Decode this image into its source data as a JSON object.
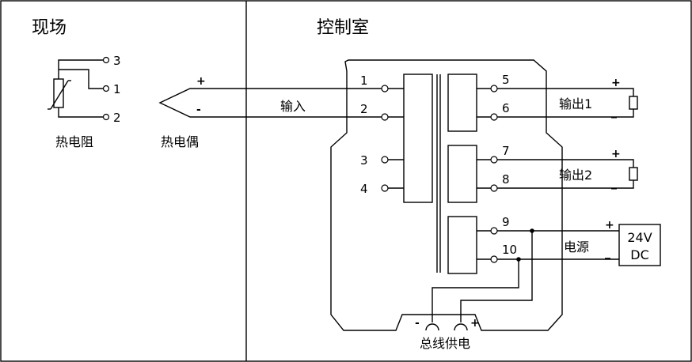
{
  "sections": {
    "field": "现场",
    "control_room": "控制室"
  },
  "rtd": {
    "label": "热电阻",
    "pins": [
      "3",
      "1",
      "2"
    ]
  },
  "thermocouple": {
    "label": "热电偶",
    "plus": "+",
    "minus": "-"
  },
  "input_label": "输入",
  "terminals": {
    "t1": "1",
    "t2": "2",
    "t3": "3",
    "t4": "4",
    "t5": "5",
    "t6": "6",
    "t7": "7",
    "t8": "8",
    "t9": "9",
    "t10": "10"
  },
  "outputs": [
    {
      "label": "输出1",
      "plus": "+",
      "minus": "_"
    },
    {
      "label": "输出2",
      "plus": "+",
      "minus": "_"
    }
  ],
  "power": {
    "label": "电源",
    "plus": "+",
    "minus": "_",
    "source_line1": "24V",
    "source_line2": "DC"
  },
  "bus": {
    "label": "总线供电",
    "minus": "-",
    "plus": "+"
  }
}
